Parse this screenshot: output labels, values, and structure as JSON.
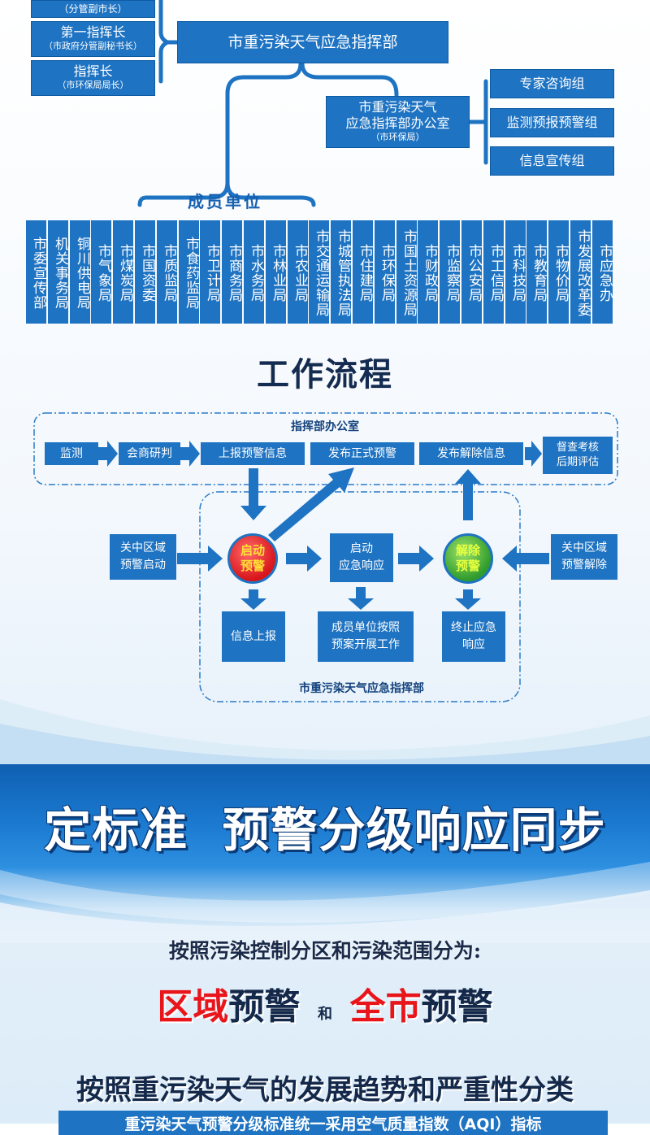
{
  "org": {
    "leaders": [
      {
        "title": "",
        "sub": "（分管副市长）"
      },
      {
        "title": "第一指挥长",
        "sub": "（市政府分管副秘书长）"
      },
      {
        "title": "指挥长",
        "sub": "（市环保局局长）"
      }
    ],
    "hq": "市重污染天气应急指挥部",
    "office": {
      "line1": "市重污染天气",
      "line2": "应急指挥部办公室",
      "sub": "（市环保局）"
    },
    "groups": [
      "专家咨询组",
      "监测预报预警组",
      "信息宣传组"
    ],
    "members_title": "成员单位",
    "members": [
      "市委宣传部",
      "机关事务局",
      "铜川供电局",
      "市气象局",
      "市煤炭局",
      "市国资委",
      "市质监局",
      "市食药监局",
      "市卫计局",
      "市商务局",
      "市水务局",
      "市林业局",
      "市农业局",
      "市交通运输局",
      "市城管执法局",
      "市住建局",
      "市环保局",
      "市国土资源局",
      "市财政局",
      "市监察局",
      "市公安局",
      "市工信局",
      "市科技局",
      "市教育局",
      "市物价局",
      "市发展改革委",
      "市应急办"
    ]
  },
  "workflow": {
    "title": "工作流程",
    "office_label": "指挥部办公室",
    "hq_label": "市重污染天气应急指挥部",
    "top_row": [
      "监测",
      "会商研判",
      "上报预警信息",
      "发布正式预警",
      "发布解除信息",
      "督查考核\n后期评估"
    ],
    "left_in": "关中区域\n预警启动",
    "right_in": "关中区域\n预警解除",
    "start_circle": "启动\n预警",
    "mid_box": "启动\n应急响应",
    "end_circle": "解除\n预警",
    "bottom_row": [
      "信息上报",
      "成员单位按照\n预案开展工作",
      "终止应急\n响应"
    ]
  },
  "banner": {
    "title": "定标准  预警分级响应同步"
  },
  "section": {
    "line1": "按照污染控制分区和污染范围分为:",
    "regional_a": "区域",
    "regional_b": "预警",
    "and": "和",
    "city_a": "全市",
    "city_b": "预警",
    "line3": "按照重污染天气的发展趋势和严重性分类",
    "line4": "重污染天气预警分级标准统一采用空气质量指数（AQI）指标"
  },
  "colors": {
    "primary": "#1e73c2",
    "dark": "#0f4f9a",
    "red": "#e8151b",
    "green_text": "#e6ff3d"
  }
}
